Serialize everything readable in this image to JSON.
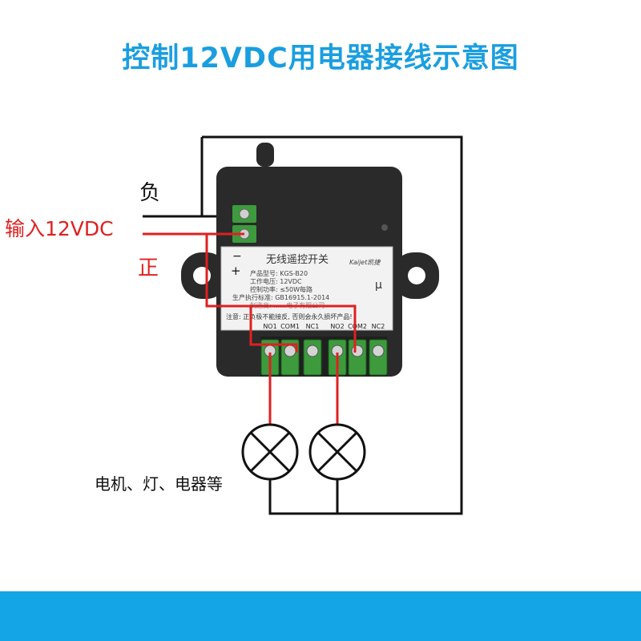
{
  "title": "控制12VDC用电器接线示意图",
  "labels": {
    "negative": "负",
    "input": "输入12VDC",
    "positive": "正",
    "loads": "电机、灯、电器等"
  },
  "device": {
    "sticker_title": "无线遥控开关",
    "brand": "Kaijet凯捷",
    "model": "产品型号: KGS-B20",
    "voltage": "工作电压: 12VDC",
    "power": "控制功率: ≤50W每路",
    "standard": "生产执行标准: GB16915.1-2014",
    "maker": "制造商: ……电子有限公司",
    "warning": "注意: 正负极不能接反, 否则会永久损坏产品!",
    "terminals": [
      "NO1",
      "COM1",
      "NC1",
      "NO2",
      "COM2",
      "NC2"
    ],
    "minus_mark": "−",
    "plus_mark": "+",
    "mu_mark": "μ"
  },
  "colors": {
    "title": "#1a9ee0",
    "wire_negative": "#111111",
    "wire_positive": "#e02020",
    "label_positive": "#e02020",
    "device_body": "#2a2a2a",
    "terminal": "#3d9a3d",
    "footer": "#13a5e6"
  }
}
